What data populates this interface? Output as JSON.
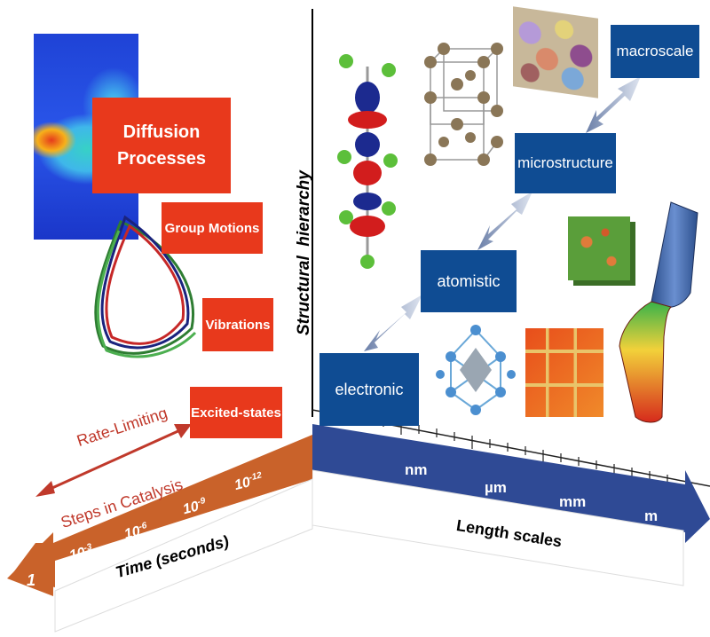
{
  "time_axis": {
    "title": "Time (seconds)",
    "ticks": [
      {
        "base": "1",
        "exp": ""
      },
      {
        "base": "10",
        "exp": "-3"
      },
      {
        "base": "10",
        "exp": "-6"
      },
      {
        "base": "10",
        "exp": "-9"
      },
      {
        "base": "10",
        "exp": "-12"
      }
    ]
  },
  "time_processes": [
    {
      "label": "Diffusion Processes"
    },
    {
      "label": "Group Motions"
    },
    {
      "label": "Vibrations"
    },
    {
      "label": "Excited-states"
    }
  ],
  "catalysis_note": {
    "line1": "Rate-Limiting",
    "line2": "Steps in Catalysis"
  },
  "length_axis": {
    "title": "Length scales",
    "units": [
      "nm",
      "µm",
      "mm",
      "m"
    ]
  },
  "vertical_axis": {
    "title": "Structural  hierarchy"
  },
  "hierarchy_levels": [
    {
      "label": "electronic"
    },
    {
      "label": "atomistic"
    },
    {
      "label": "microstructure"
    },
    {
      "label": "macroscale"
    }
  ],
  "colors": {
    "process_red": "#e8391c",
    "time_axis_orange": "#c9622a",
    "length_axis_blue": "#2f4a95",
    "level_blue": "#0f4c93",
    "catalysis_arrow": "#c0392b"
  }
}
